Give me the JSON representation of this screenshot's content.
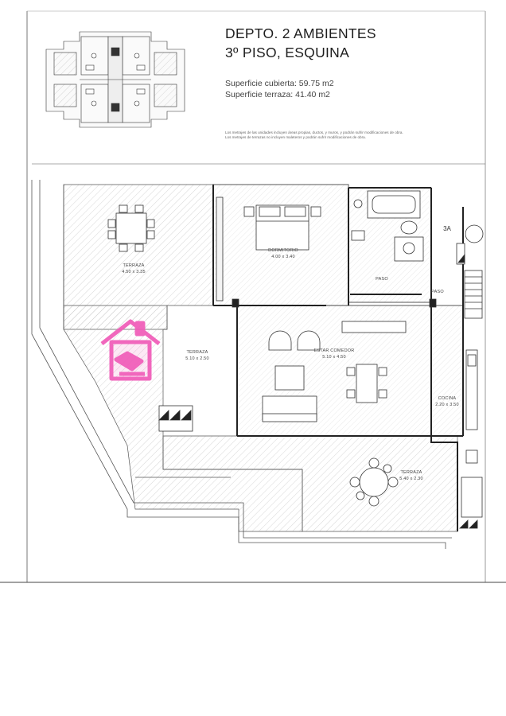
{
  "header": {
    "title": "DEPTO. 2 AMBIENTES",
    "subtitle": "3º PISO, ESQUINA",
    "covered_area": "Superficie cubierta: 59.75 m2",
    "terrace_area": "Superficie terraza: 41.40 m2"
  },
  "notes": [
    "Los metrajes de las unidades incluyen áreas propias, ductos, y muros, y podrán sufrir modificaciones de obra.",
    "Los metrajes de terrazas no incluyen maleteros y podrán sufrir modificaciones de obra."
  ],
  "rooms": {
    "terraza_1": {
      "name": "TERRAZA",
      "size": "4.50 x 3.35"
    },
    "dormitorio": {
      "name": "DORMITORIO",
      "size": "4.00 x 3.40"
    },
    "paso_1": {
      "name": "PASO"
    },
    "paso_2": {
      "name": "PASO"
    },
    "terraza_2": {
      "name": "TERRAZA",
      "size": "5.10 x 2.50"
    },
    "estar_comedor": {
      "name": "ESTAR COMEDOR",
      "size": "5.10 x 4.50"
    },
    "cocina": {
      "name": "COCINA",
      "size": "2.20 x 3.50"
    },
    "terraza_3": {
      "name": "TERRAZA",
      "size": "5.40 x 2.30"
    }
  },
  "unit_tag": "3A",
  "colors": {
    "watermark": "#f05bb8",
    "line": "#333333",
    "hatch": "#bdbdbd"
  }
}
